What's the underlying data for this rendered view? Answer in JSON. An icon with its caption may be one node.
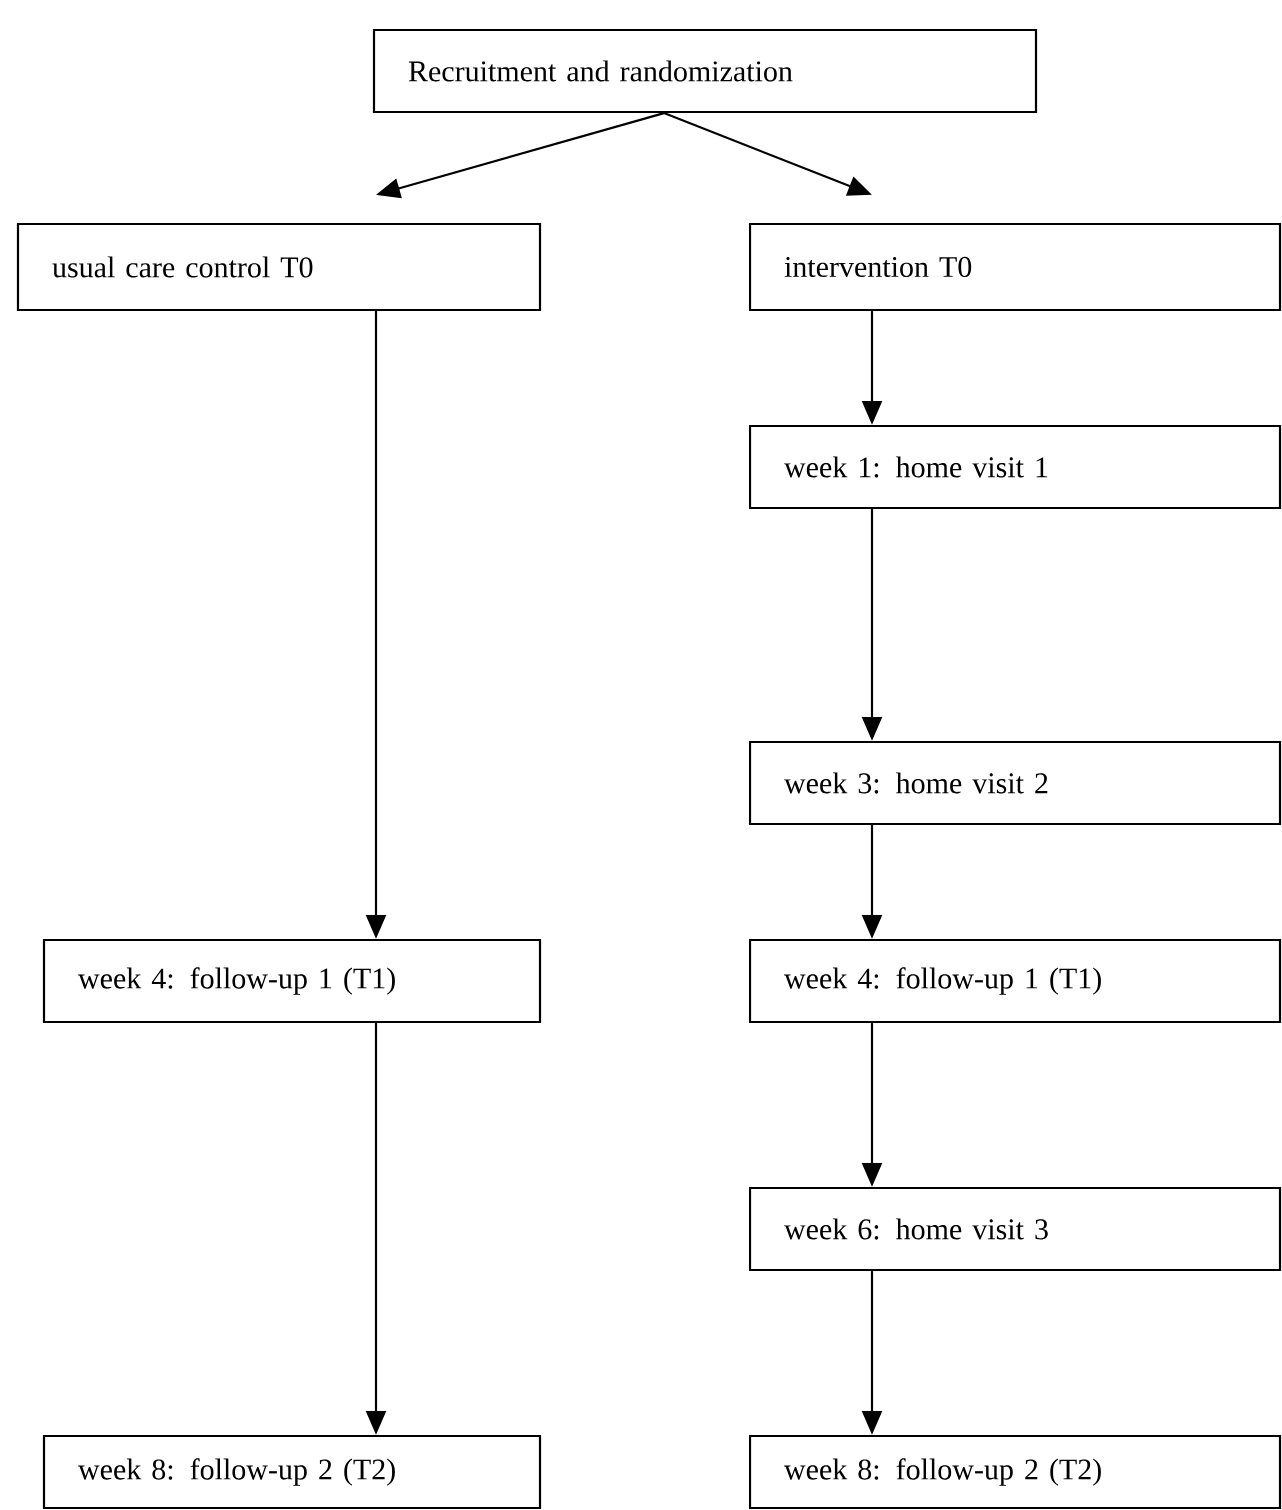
{
  "diagram": {
    "nodes": [
      {
        "text": [
          "Recruitment and randomization"
        ]
      },
      {
        "text": [
          "usual care control  T0"
        ]
      },
      {
        "text": [
          "intervention T0"
        ]
      },
      {
        "text": [
          "week 1: home visit 1"
        ]
      },
      {
        "text": [
          "week 3: home visit 2"
        ]
      },
      {
        "text": [
          "week 4: follow-up 1 (T1)"
        ]
      },
      {
        "text": [
          "week 4: follow-up 1 (T1)"
        ]
      },
      {
        "text": [
          "week 6: home visit 3"
        ]
      },
      {
        "text": [
          "week 8: follow-up 2 (T2)"
        ]
      },
      {
        "text": [
          "week 8: follow-up 2 (T2)"
        ]
      }
    ],
    "edges": [
      {
        "from": 0,
        "to": 1,
        "arrow": "to"
      },
      {
        "from": 0,
        "to": 2,
        "arrow": "to"
      },
      {
        "from": 1,
        "to": 5,
        "arrow": "to"
      },
      {
        "from": 2,
        "to": 3,
        "arrow": "to"
      },
      {
        "from": 3,
        "to": 4,
        "arrow": "to"
      },
      {
        "from": 4,
        "to": 6,
        "arrow": "to"
      },
      {
        "from": 6,
        "to": 7,
        "arrow": "to"
      },
      {
        "from": 5,
        "to": 8,
        "arrow": "to"
      },
      {
        "from": 7,
        "to": 9,
        "arrow": "to"
      }
    ]
  }
}
